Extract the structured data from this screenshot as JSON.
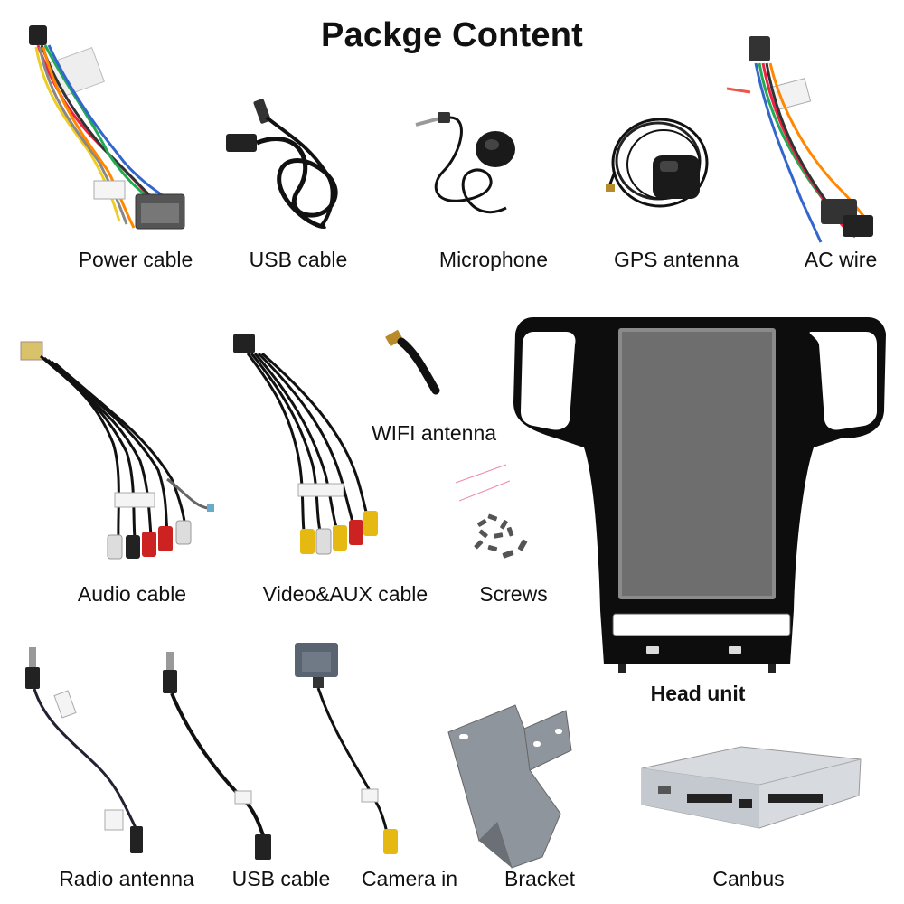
{
  "title": "Packge Content",
  "items": {
    "power_cable": "Power cable",
    "usb_cable_top": "USB cable",
    "microphone": "Microphone",
    "gps_antenna": "GPS antenna",
    "ac_wire": "AC wire",
    "audio_cable": "Audio cable",
    "video_aux_cable": "Video&AUX cable",
    "wifi_antenna": "WIFI antenna",
    "screws": "Screws",
    "head_unit": "Head unit",
    "radio_antenna": "Radio antenna",
    "usb_cable_bottom": "USB cable",
    "camera_in": "Camera in",
    "bracket": "Bracket",
    "canbus": "Canbus"
  }
}
